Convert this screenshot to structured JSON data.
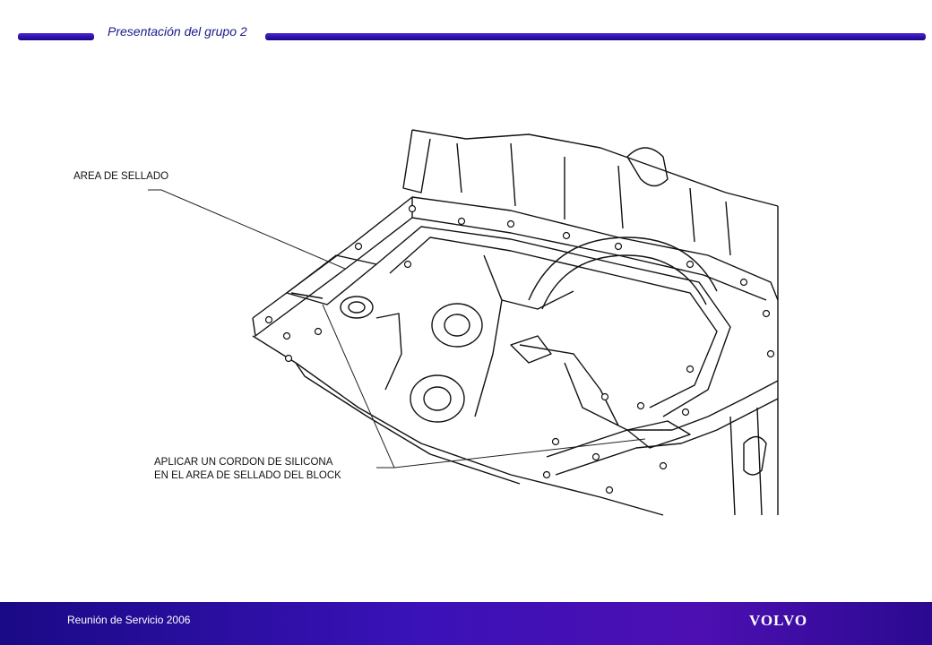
{
  "header": {
    "title": "Presentación del grupo 2"
  },
  "callouts": {
    "sealing_area": "AREA DE SELLADO",
    "apply_line1": "APLICAR UN CORDON DE SILICONA",
    "apply_line2": "EN EL AREA DE SELLADO DEL BLOCK"
  },
  "footer": {
    "event": "Reunión  de Servicio 2006",
    "brand": "VOLVO"
  },
  "colors": {
    "header_bar": "#2b0fa8",
    "footer_bg": "#3a12b8",
    "title": "#1a1a8a"
  }
}
